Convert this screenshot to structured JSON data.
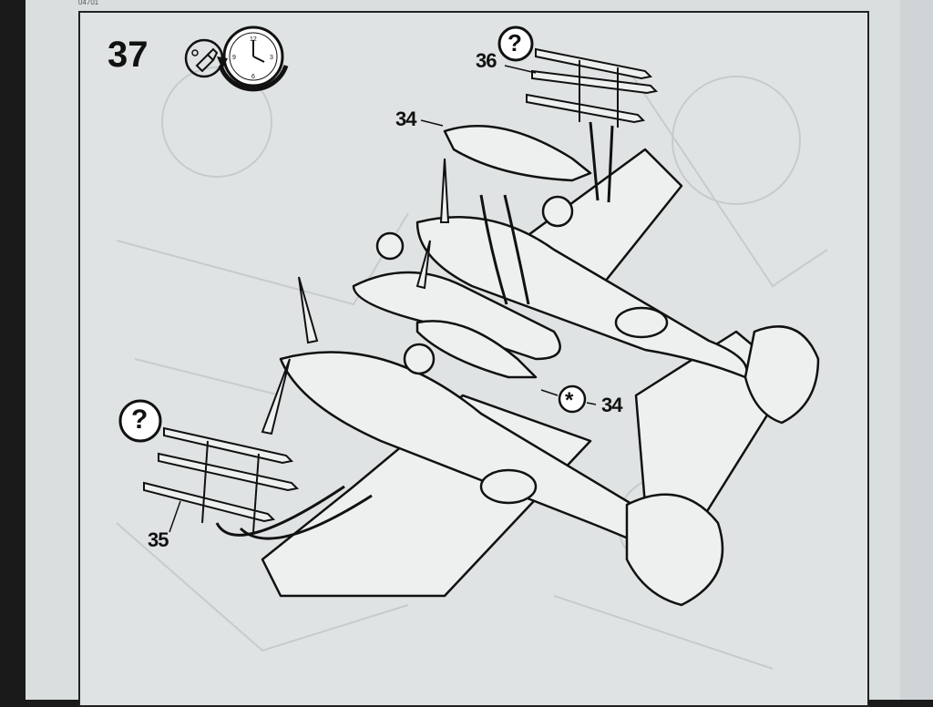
{
  "page": {
    "code": "04701"
  },
  "step": {
    "number": "37",
    "icon": "glue-icon",
    "clock_icon": "clock-drying-time-icon"
  },
  "callouts": {
    "part_34_top": "34",
    "part_36": "36",
    "part_34_right": "34",
    "part_35": "35"
  },
  "symbols": {
    "question_top": "?",
    "question_left": "?",
    "asterisk": "*"
  }
}
